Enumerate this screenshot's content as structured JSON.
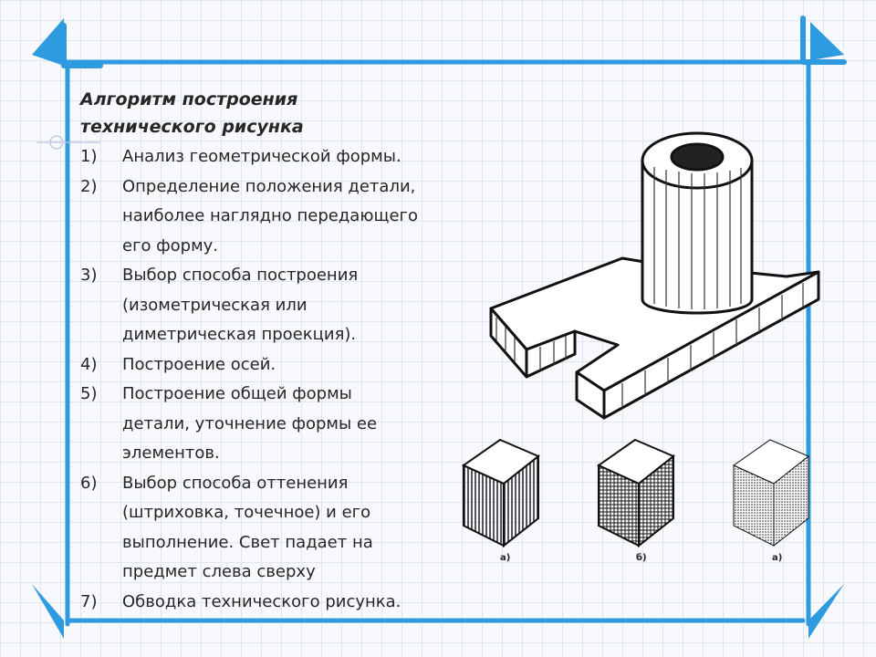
{
  "title": {
    "line1": "Алгоритм построения",
    "line2": "технического рисунка"
  },
  "steps": [
    {
      "num": "1)",
      "lines": [
        "Анализ геометрической формы."
      ]
    },
    {
      "num": "2)",
      "lines": [
        "Определение положения детали,",
        "наиболее наглядно передающего",
        "его форму."
      ]
    },
    {
      "num": "3)",
      "lines": [
        "Выбор способа построения",
        "(изометрическая или",
        "диметрическая проекция)."
      ]
    },
    {
      "num": "4)",
      "lines": [
        "Построение осей."
      ]
    },
    {
      "num": "5)",
      "lines": [
        "Построение общей формы",
        "детали, уточнение формы ее",
        "элементов."
      ]
    },
    {
      "num": "6)",
      "lines": [
        "Выбор способа оттенения",
        "(штриховка, точечное) и его",
        "выполнение. Свет падает на",
        "предмет слева сверху"
      ]
    },
    {
      "num": "7)",
      "lines": [
        "Обводка технического рисунка."
      ]
    }
  ],
  "figure": {
    "main_drawing_icon": "isometric-part-icon",
    "cube_labels": [
      "а)",
      "б)",
      "а)"
    ]
  },
  "colors": {
    "frame_blue": "#2e9be0",
    "text": "#262626",
    "grid": "#dfe6f0"
  }
}
